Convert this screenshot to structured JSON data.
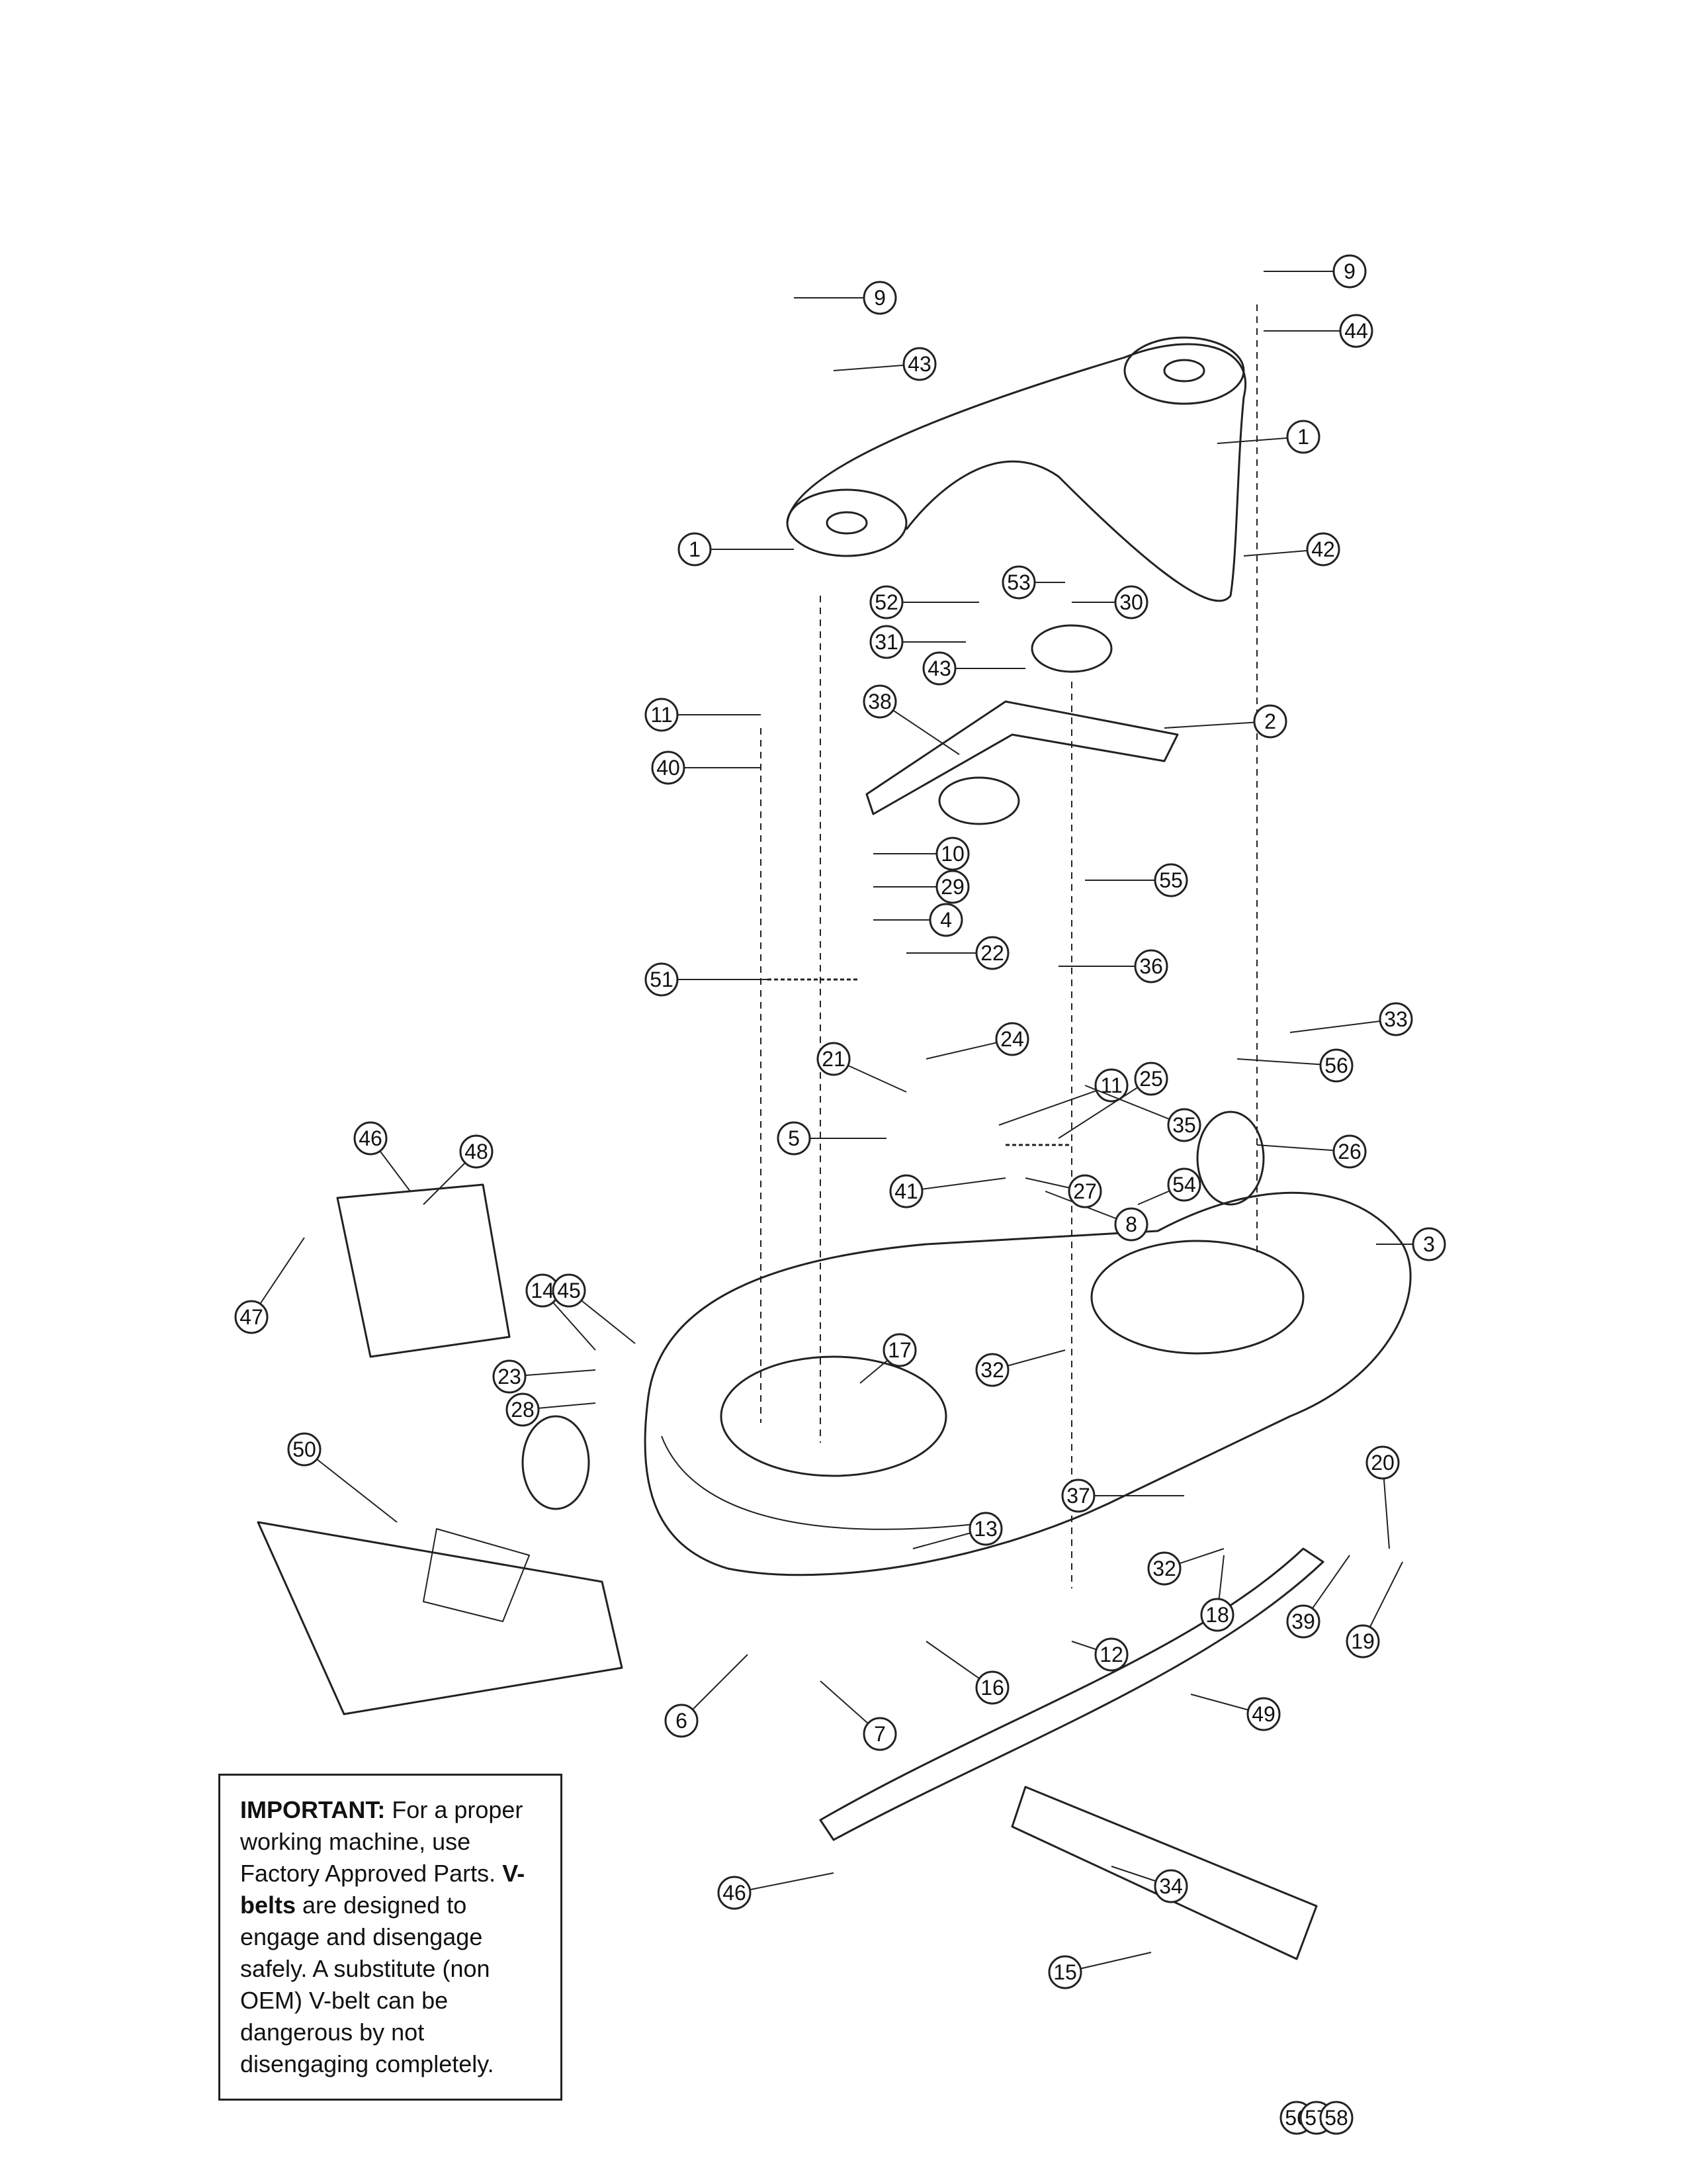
{
  "notice": {
    "lead": "IMPORTANT:",
    "text1": " For a proper working machine, use Factory Approved Parts. ",
    "bold2": "V-belts",
    "text2": " are designed to engage and disengage safely. A substitute (non OEM) V-belt can be dangerous by not disengaging completely."
  },
  "callouts": [
    "1",
    "1",
    "2",
    "3",
    "4",
    "5",
    "6",
    "7",
    "8",
    "9",
    "9",
    "10",
    "11",
    "11",
    "12",
    "13",
    "14",
    "15",
    "16",
    "17",
    "18",
    "19",
    "20",
    "21",
    "22",
    "23",
    "24",
    "25",
    "26",
    "27",
    "28",
    "29",
    "30",
    "31",
    "32",
    "32",
    "33",
    "34",
    "35",
    "36",
    "37",
    "38",
    "39",
    "40",
    "41",
    "42",
    "43",
    "43",
    "44",
    "45",
    "46",
    "46",
    "47",
    "48",
    "49",
    "50",
    "51",
    "52",
    "53",
    "54",
    "55",
    "56",
    "56",
    "57",
    "58"
  ]
}
